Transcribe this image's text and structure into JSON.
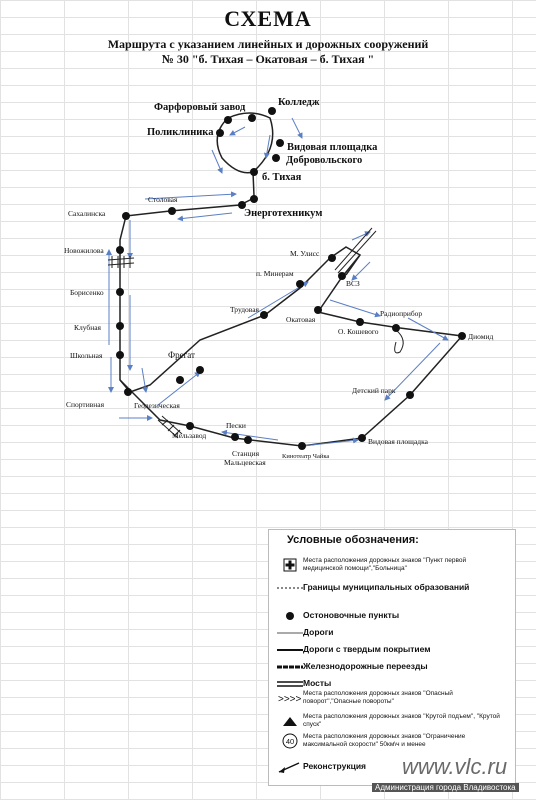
{
  "header": {
    "title": "СХЕМА",
    "subtitle_line1": "Маршрута с указанием линейных и дорожных сооружений",
    "subtitle_line2": "№ 30 \"б. Тихая –  Окатовая – б. Тихая \""
  },
  "stops": {
    "farforovy_zavod": "Фарфоровый завод",
    "kolledzh": "Колледж",
    "poliklinika": "Поликлиника",
    "vidovaya_ploshchadka_top": "Видовая площадка",
    "dobrovolskogo": "Добровольского",
    "b_tikhaya": "б. Тихая",
    "stolovaya": "Столовая",
    "energotekhnikum": "Энерготехникум",
    "sakhalinskaya": "Сахалинска",
    "novozhilova": "Новожилова",
    "borisenko": "Борисенко",
    "klubnaya": "Клубная",
    "shkolnaya": "Школьная",
    "sportivnaya": "Спортивная",
    "geodezicheskaya": "Геодезическая",
    "fregat": "Фрегат",
    "trudovaya": "Трудовая",
    "p_minerali": "п. Минерам",
    "m_ulis": "М. Улисс",
    "vsz": "ВСЗ",
    "okatovaya": "Окатовая",
    "o_koshevogo": "О. Кошевого",
    "radiopribor": "Радиоприбор",
    "diomid": "Диомид",
    "detsky_park": "Детский парк",
    "vidovaya_ploshchadka_bottom": "Видовая площадка",
    "kinoteatr_chaika": "Кинотеатр Чайка",
    "stantsiya_line1": "Станция",
    "stantsiya_line2": "Мальцевская",
    "peski": "Пески",
    "melzavod": "Мельзавод"
  },
  "legend": {
    "title": "Условные обозначения:",
    "items": [
      {
        "icon": "first-aid-sign-icon",
        "text": "Места расположения дорожных знаков \"Пункт первой медицинской помощи\",\"Больница\""
      },
      {
        "icon": "municipal-border-icon",
        "text": "Границы муниципальных образований"
      },
      {
        "icon": "bus-stop-icon",
        "text": "Остоновочные пункты"
      },
      {
        "icon": "road-icon",
        "text": "Дороги"
      },
      {
        "icon": "paved-road-icon",
        "text": "Дороги с твердым покрытием"
      },
      {
        "icon": "railway-crossing-icon",
        "text": "Железнодорожные переезды"
      },
      {
        "icon": "bridge-icon",
        "text": "Мосты"
      },
      {
        "icon": "dangerous-turn-icon",
        "text": "Места расположения дорожных знаков \"Опасный поворот\",\"Опасные повороты\""
      },
      {
        "icon": "steep-slope-icon",
        "text": "Места расположения дорожных знаков \"Крутой подъем\", \"Крутой спуск\""
      },
      {
        "icon": "speed-limit-icon",
        "badge": "40",
        "text": "Места расположения дорожных знаков \"Ограничение максимальной скорости\" 50км\\ч и менее"
      },
      {
        "icon": "construction-icon",
        "text": "Реконструкция"
      }
    ]
  },
  "watermark": "www.vlc.ru",
  "credit": "Администрация города Владивостока"
}
